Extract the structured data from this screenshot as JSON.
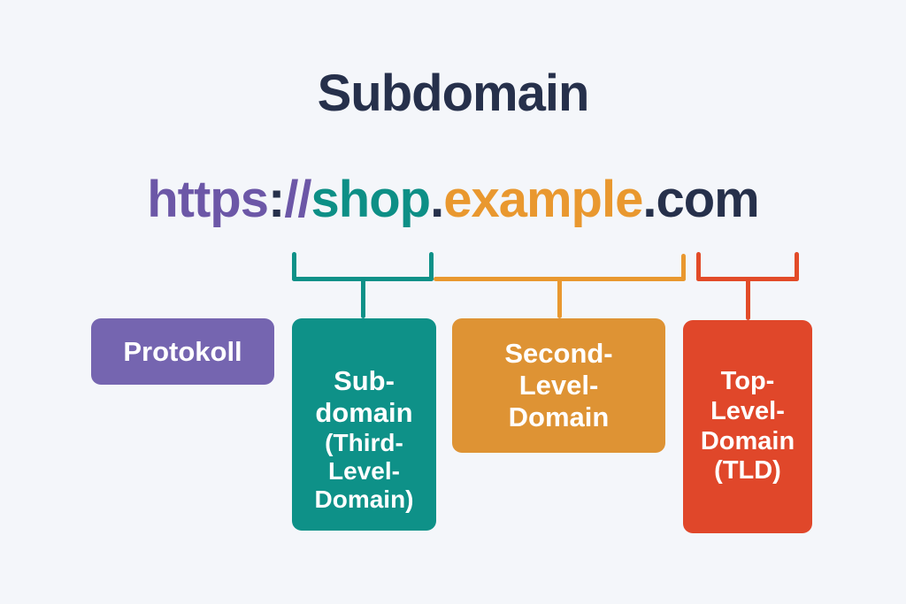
{
  "title": "Subdomain",
  "url": {
    "full": "https://shop.example.com",
    "segments": [
      {
        "text": "https",
        "color": "purple"
      },
      {
        "text": ":",
        "color": "navy"
      },
      {
        "text": "//",
        "color": "purple"
      },
      {
        "text": "shop",
        "color": "teal"
      },
      {
        "text": ".",
        "color": "navy"
      },
      {
        "text": "example",
        "color": "orange"
      },
      {
        "text": ".",
        "color": "navy"
      },
      {
        "text": "com",
        "color": "navy"
      }
    ]
  },
  "boxes": {
    "protocol": {
      "label": "Protokoll",
      "color": "#7565b0"
    },
    "subdomain": {
      "line1": "Sub-",
      "line2": "domain",
      "line3": "(Third-",
      "line4": "Level-",
      "line5": "Domain)",
      "color": "#0e9188"
    },
    "second_level": {
      "line1": "Second-",
      "line2": "Level-",
      "line3": "Domain",
      "color": "#de9334"
    },
    "top_level": {
      "line1": "Top-",
      "line2": "Level-",
      "line3": "Domain",
      "line4": "(TLD)",
      "color": "#e0472a"
    }
  },
  "colors": {
    "background": "#f4f6fa",
    "navy": "#26304b",
    "purple": "#6c57a7",
    "purple_box": "#7565b0",
    "teal": "#0d8f86",
    "teal_box": "#0e9188",
    "orange": "#e9982f",
    "orange_box": "#de9334",
    "red": "#e24b28",
    "red_box": "#e0472a",
    "text_on_box": "#ffffff"
  }
}
